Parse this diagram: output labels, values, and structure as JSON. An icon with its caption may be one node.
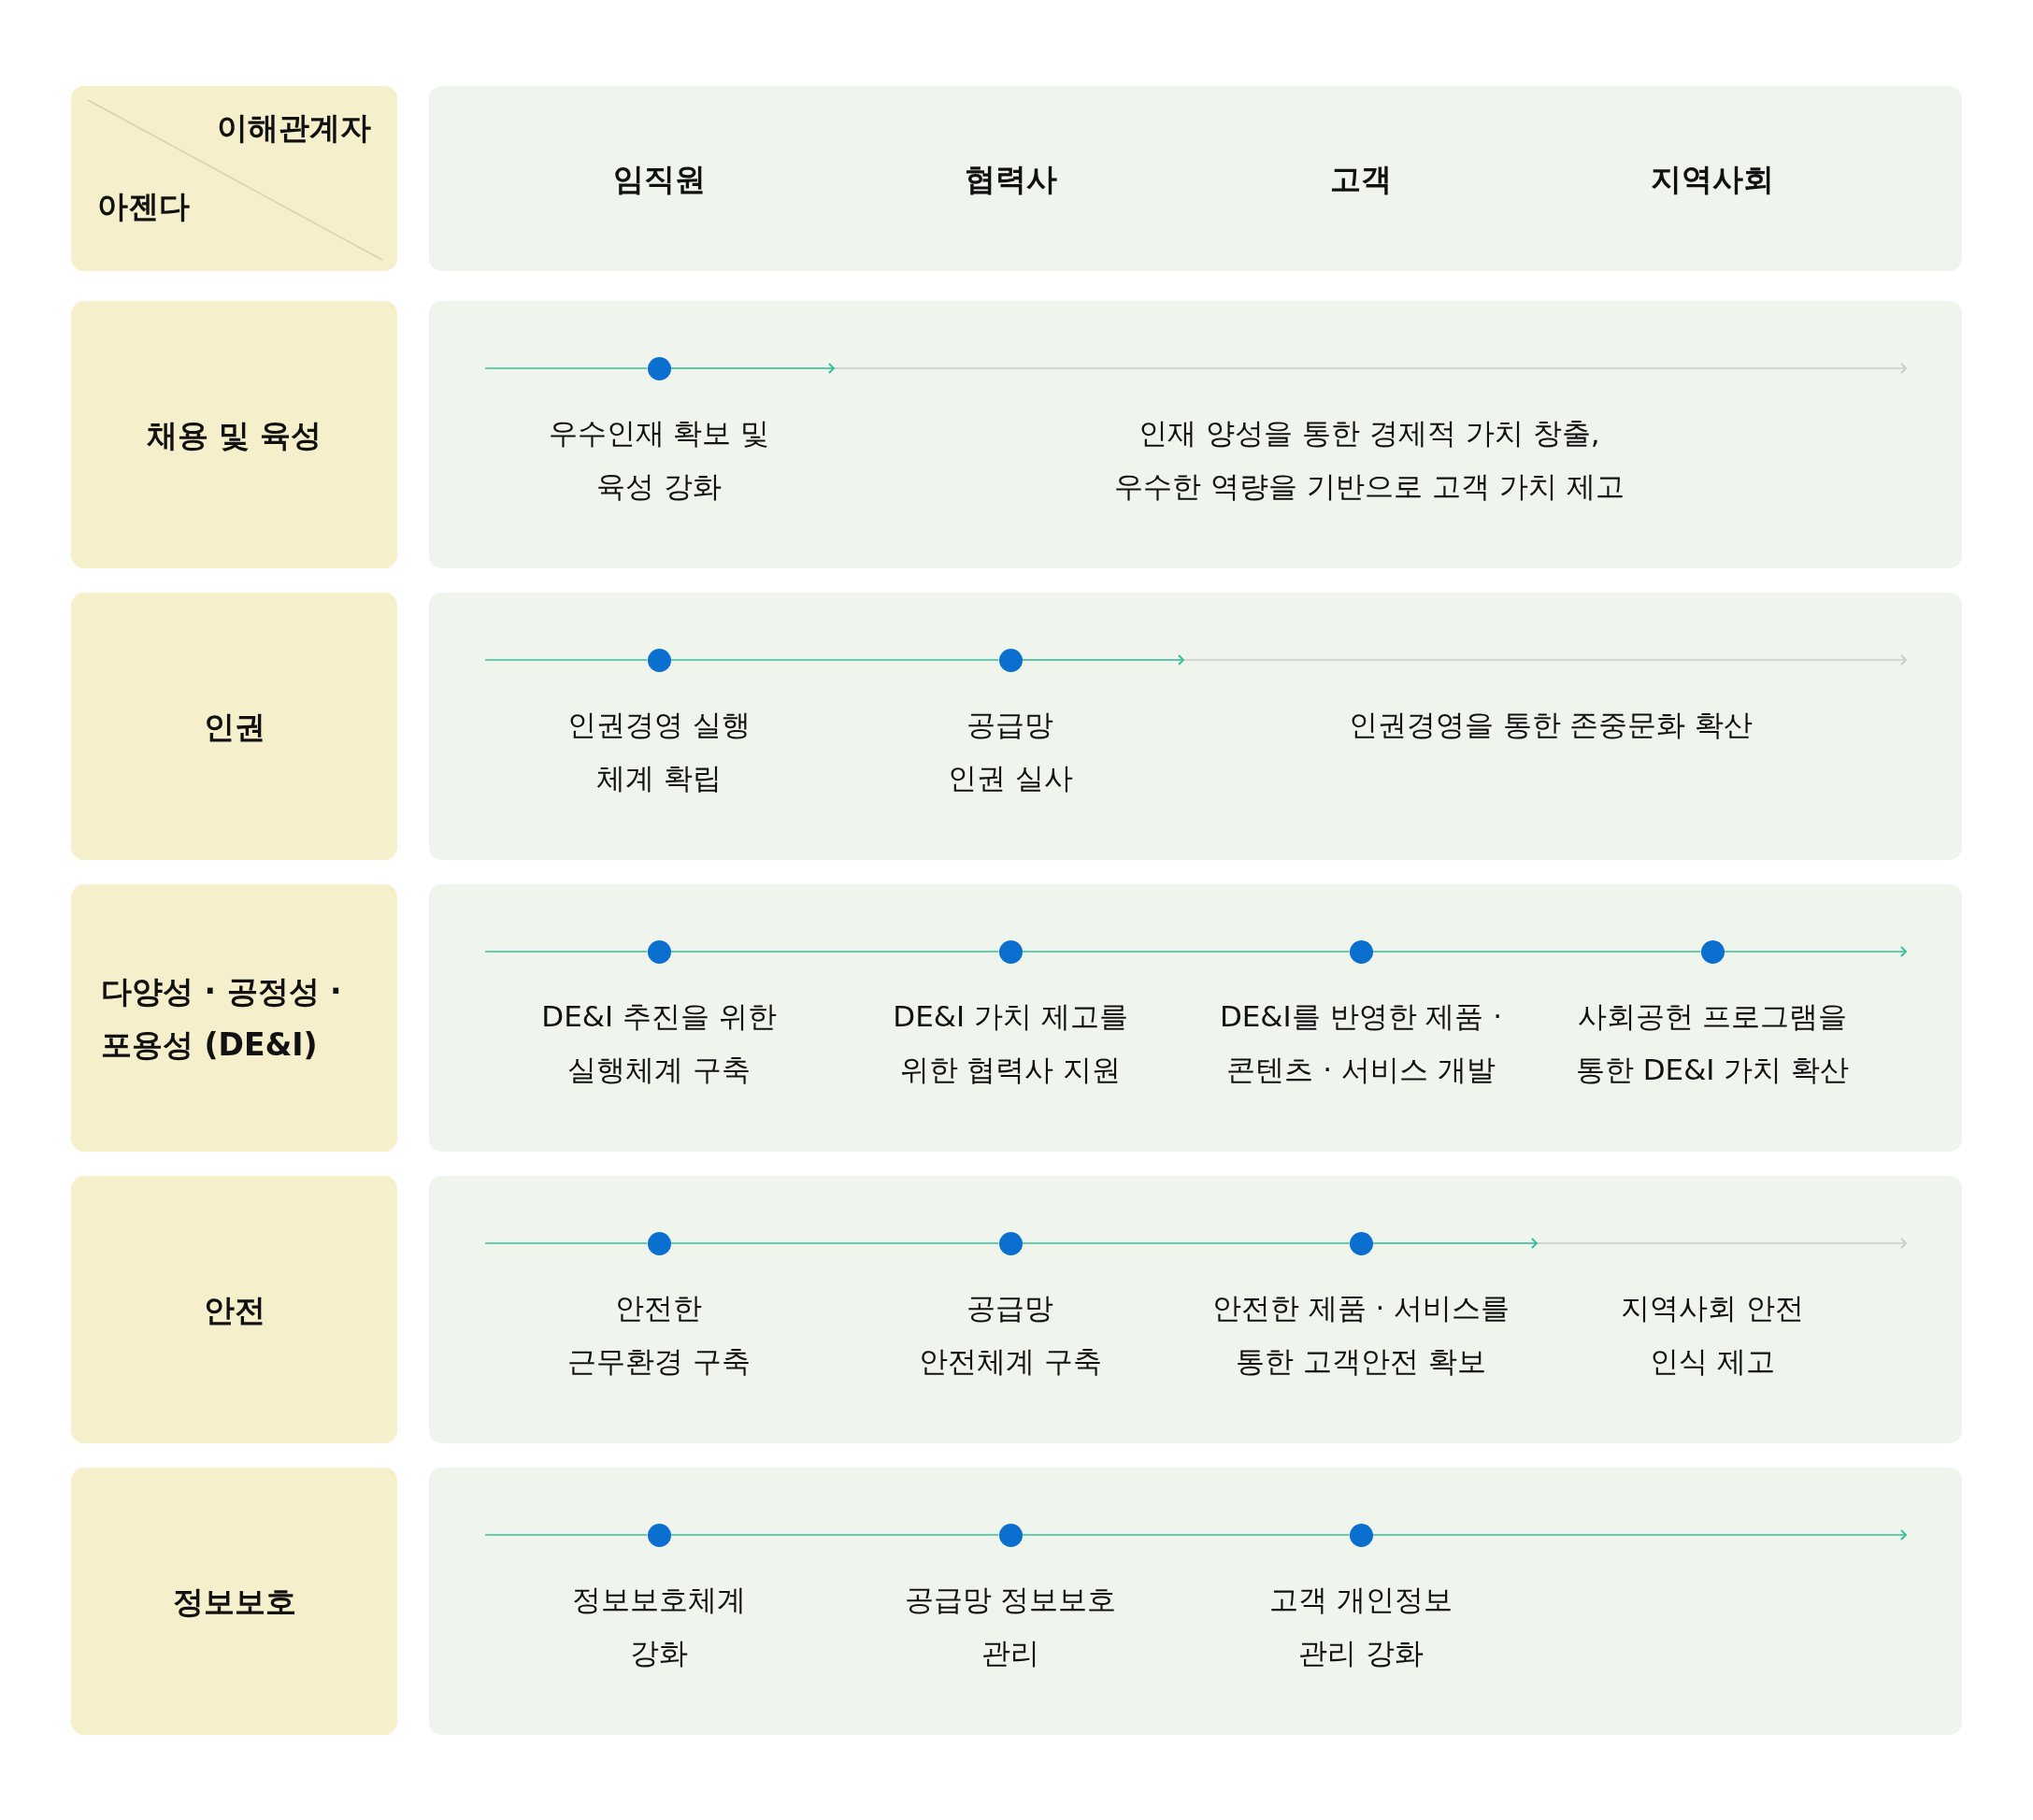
{
  "diagram": {
    "nodes": [
      {
        "text": [
          "이해관계자",
          "아젠다"
        ]
      },
      {
        "text": [
          "임직원",
          "협력사",
          "고객",
          "지역사회"
        ]
      },
      {
        "text": [
          "채용 및 육성"
        ]
      },
      {
        "text": [
          "우수인재 확보 및 육성 강화",
          "인재 양성을 통한 경제적 가치 창출, 우수한 역량을 기반으로 고객 가치 제고"
        ]
      },
      {
        "text": [],
        "shape": "circle",
        "in": 3
      },
      {
        "text": [
          "인권"
        ]
      },
      {
        "text": [
          "인권경영 실행 체계 확립",
          "공급망 인권 실사",
          "인권경영을 통한 존중문화 확산"
        ]
      },
      {
        "text": [],
        "shape": "circle",
        "in": 6
      },
      {
        "text": [],
        "shape": "circle",
        "in": 6
      },
      {
        "text": [
          "다양성 · 공정성 · 포용성 (DE&I)"
        ]
      },
      {
        "text": [
          "DE&I 추진을 위한 실행체계 구축",
          "DE&I 가치 제고를 위한 협력사 지원",
          "DE&I를 반영한 제품 · 콘텐츠 · 서비스 개발",
          "사회공헌 프로그램을 통한 DE&I 가치 확산"
        ]
      },
      {
        "text": [],
        "shape": "circle",
        "in": 10
      },
      {
        "text": [],
        "shape": "circle",
        "in": 10
      },
      {
        "text": [],
        "shape": "circle",
        "in": 10
      },
      {
        "text": [],
        "shape": "circle",
        "in": 10
      },
      {
        "text": [
          "안전"
        ]
      },
      {
        "text": [
          "안전한 근무환경 구축",
          "공급망 안전체계 구축",
          "안전한 제품 · 서비스를 통한 고객안전 확보",
          "지역사회 안전 인식 제고"
        ]
      },
      {
        "text": [],
        "shape": "circle",
        "in": 16
      },
      {
        "text": [],
        "shape": "circle",
        "in": 16
      },
      {
        "text": [],
        "shape": "circle",
        "in": 16
      },
      {
        "text": [
          "정보보호"
        ]
      },
      {
        "text": [
          "정보보호체계 강화",
          "공급망 정보보호 관리",
          "고객 개인정보 관리 강화"
        ]
      },
      {
        "text": [],
        "shape": "circle",
        "in": 21
      },
      {
        "text": [],
        "shape": "circle",
        "in": 21
      },
      {
        "text": [],
        "shape": "circle",
        "in": 21
      }
    ],
    "edges": [
      {
        "from": null,
        "to": 4,
        "arrow": "none"
      },
      {
        "from": 4,
        "to": null,
        "arrow": "to"
      },
      {
        "from": 4,
        "to": null,
        "arrow": "to",
        "color": "#cccccc"
      },
      {
        "from": null,
        "to": 7,
        "arrow": "none"
      },
      {
        "from": 7,
        "to": 8,
        "arrow": "none"
      },
      {
        "from": 8,
        "to": null,
        "arrow": "to"
      },
      {
        "from": 8,
        "to": null,
        "arrow": "to",
        "color": "#cccccc"
      },
      {
        "from": null,
        "to": 11,
        "arrow": "none"
      },
      {
        "from": 11,
        "to": 12,
        "arrow": "none"
      },
      {
        "from": 12,
        "to": 13,
        "arrow": "none"
      },
      {
        "from": 13,
        "to": 14,
        "arrow": "none"
      },
      {
        "from": 14,
        "to": null,
        "arrow": "to"
      },
      {
        "from": null,
        "to": 17,
        "arrow": "none"
      },
      {
        "from": 17,
        "to": 18,
        "arrow": "none"
      },
      {
        "from": 18,
        "to": 19,
        "arrow": "none"
      },
      {
        "from": 19,
        "to": null,
        "arrow": "to"
      },
      {
        "from": 19,
        "to": null,
        "arrow": "to",
        "color": "#cccccc"
      },
      {
        "from": null,
        "to": 22,
        "arrow": "none"
      },
      {
        "from": 22,
        "to": 23,
        "arrow": "none"
      },
      {
        "from": 23,
        "to": 24,
        "arrow": "none"
      },
      {
        "from": 24,
        "to": null,
        "arrow": "to"
      }
    ]
  }
}
